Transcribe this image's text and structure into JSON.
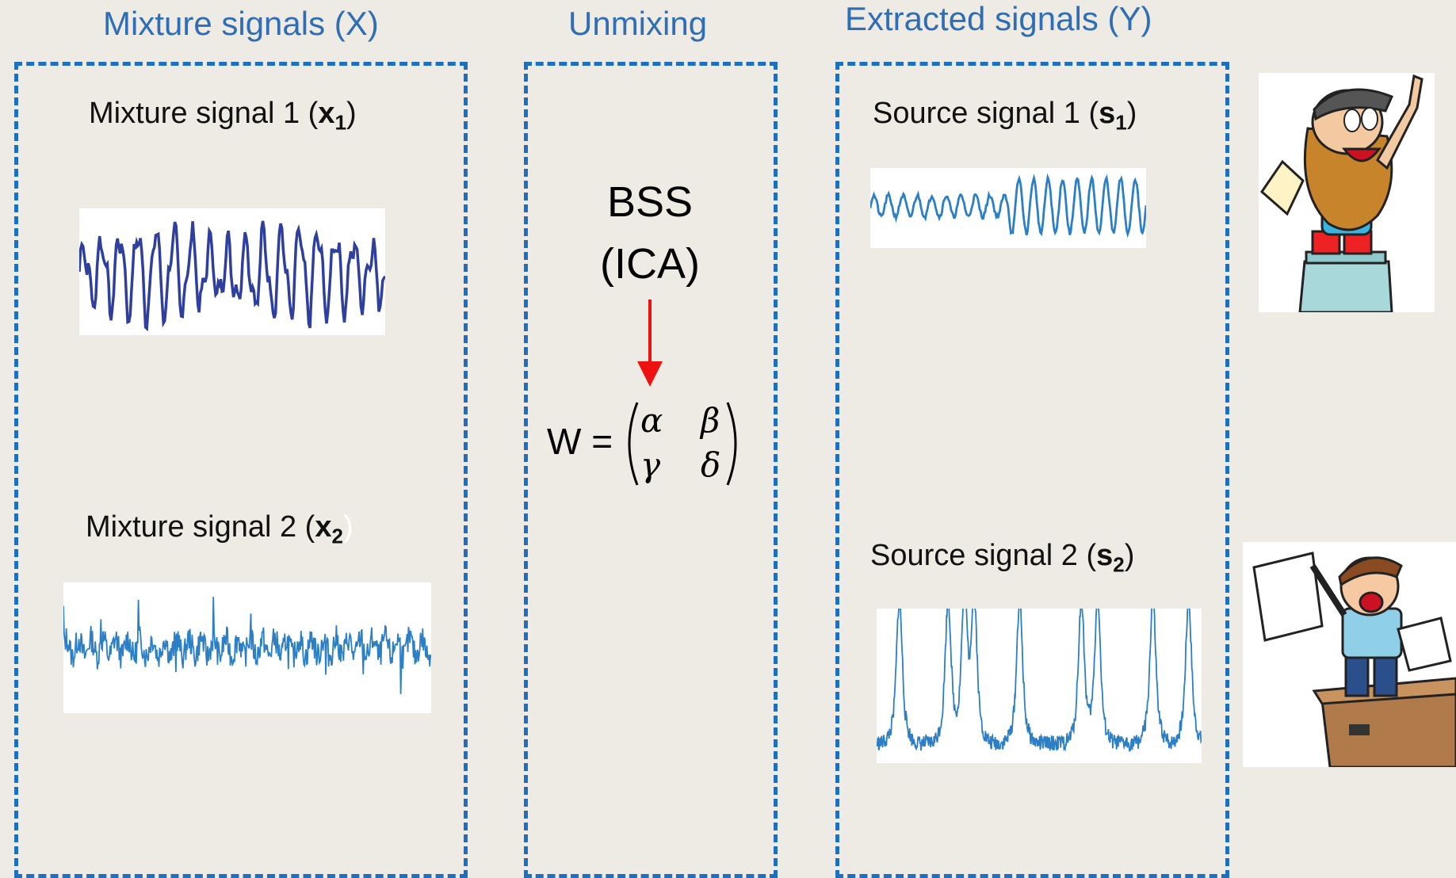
{
  "headings": {
    "mixture": "Mixture signals (X)",
    "unmixing": "Unmixing",
    "extracted": "Extracted signals (Y)"
  },
  "mixture": {
    "signal1_label": "Mixture signal 1 (",
    "signal1_var": "x",
    "signal1_sub": "1",
    "signal2_label": "Mixture signal 2 (",
    "signal2_var": "x",
    "signal2_sub": "2"
  },
  "unmixing": {
    "method_line1": "BSS",
    "method_line2": "(ICA)",
    "matrix_name": "W =",
    "matrix": [
      "α",
      "β",
      "γ",
      "δ"
    ]
  },
  "extracted": {
    "source1_label": "Source signal 1 (",
    "source1_var": "s",
    "source1_sub": "1",
    "source2_label": "Source signal 2 (",
    "source2_var": "s",
    "source2_sub": "2"
  },
  "colors": {
    "heading": "#2f6db4",
    "panel_border": "#1f6fc0",
    "signal_dark": "#2e3f9e",
    "signal_light": "#2c7fc4",
    "arrow": "#ee1111"
  }
}
